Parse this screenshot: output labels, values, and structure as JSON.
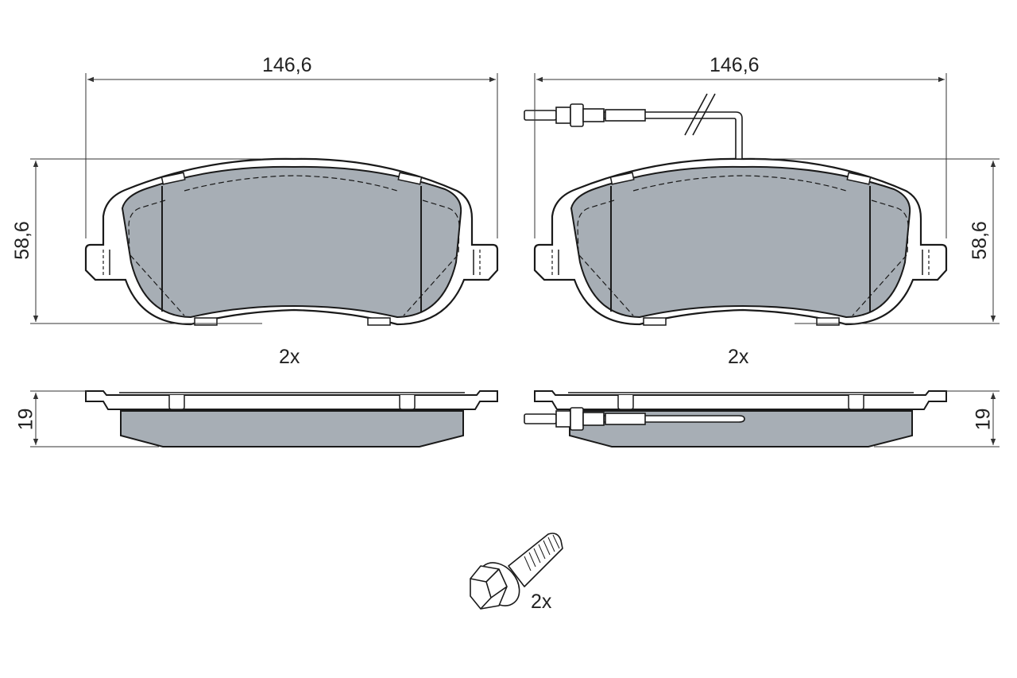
{
  "colors": {
    "friction": "#a7aeb5",
    "line": "#1a1a1a",
    "dim": "#333333"
  },
  "left_pad": {
    "width_dim": "146,6",
    "height_dim": "58,6",
    "thickness_dim": "19",
    "quantity": "2x"
  },
  "right_pad": {
    "width_dim": "146,6",
    "height_dim": "58,6",
    "thickness_dim": "19",
    "quantity": "2x"
  },
  "bolt": {
    "quantity": "2x"
  }
}
